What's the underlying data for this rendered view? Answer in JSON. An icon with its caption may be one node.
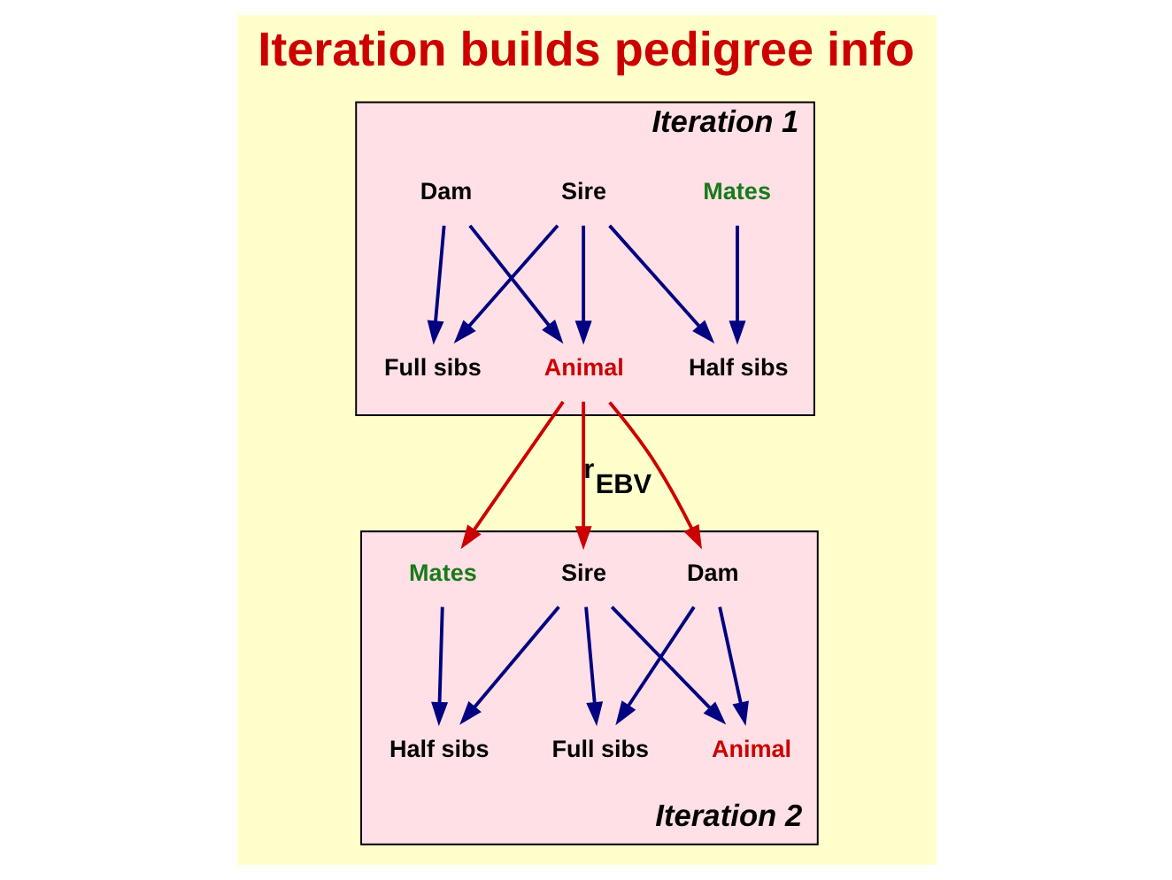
{
  "diagram": {
    "title": "Iteration builds pedigree info",
    "nodes": [
      {
        "text": [
          "Iteration 1"
        ]
      },
      {
        "text": [
          "Sire"
        ],
        "in": 0
      },
      {
        "text": [
          "Mates"
        ],
        "in": 0
      },
      {
        "text": [
          "Dam"
        ],
        "in": 0
      },
      {
        "text": [
          "Half sibs"
        ],
        "in": 0
      },
      {
        "text": [
          "Animal"
        ],
        "in": 0
      },
      {
        "text": [
          "Full sibs"
        ],
        "in": 0
      },
      {
        "text": [
          "Iteration 2"
        ]
      },
      {
        "text": [
          "Sire"
        ],
        "in": 7
      },
      {
        "text": [
          "Mates"
        ],
        "in": 7
      },
      {
        "text": [
          "Dam"
        ],
        "in": 7
      },
      {
        "text": [
          "Half sibs"
        ],
        "in": 7
      },
      {
        "text": [
          "Animal"
        ],
        "in": 7
      },
      {
        "text": [
          "Full sibs"
        ],
        "in": 7
      }
    ],
    "edges": [
      {
        "from": 1,
        "to": 4,
        "arrow": "to"
      },
      {
        "from": 1,
        "to": 5,
        "arrow": "to"
      },
      {
        "from": 1,
        "to": 6,
        "arrow": "to"
      },
      {
        "from": 2,
        "to": 4,
        "arrow": "to"
      },
      {
        "from": 3,
        "to": 5,
        "arrow": "to"
      },
      {
        "from": 3,
        "to": 6,
        "arrow": "to"
      },
      {
        "from": 5,
        "to": 8,
        "arrow": "to",
        "color": "#cc0000",
        "label": "r$_{EBV}$"
      },
      {
        "from": 5,
        "to": 9,
        "arrow": "to",
        "color": "#cc0000"
      },
      {
        "from": 5,
        "to": 10,
        "arrow": "to",
        "color": "#cc0000"
      },
      {
        "from": 8,
        "to": 11,
        "arrow": "to"
      },
      {
        "from": 8,
        "to": 12,
        "arrow": "to"
      },
      {
        "from": 8,
        "to": 13,
        "arrow": "to"
      },
      {
        "from": 9,
        "to": 11,
        "arrow": "to"
      },
      {
        "from": 10,
        "to": 12,
        "arrow": "to"
      },
      {
        "from": 10,
        "to": 13,
        "arrow": "to"
      }
    ]
  }
}
